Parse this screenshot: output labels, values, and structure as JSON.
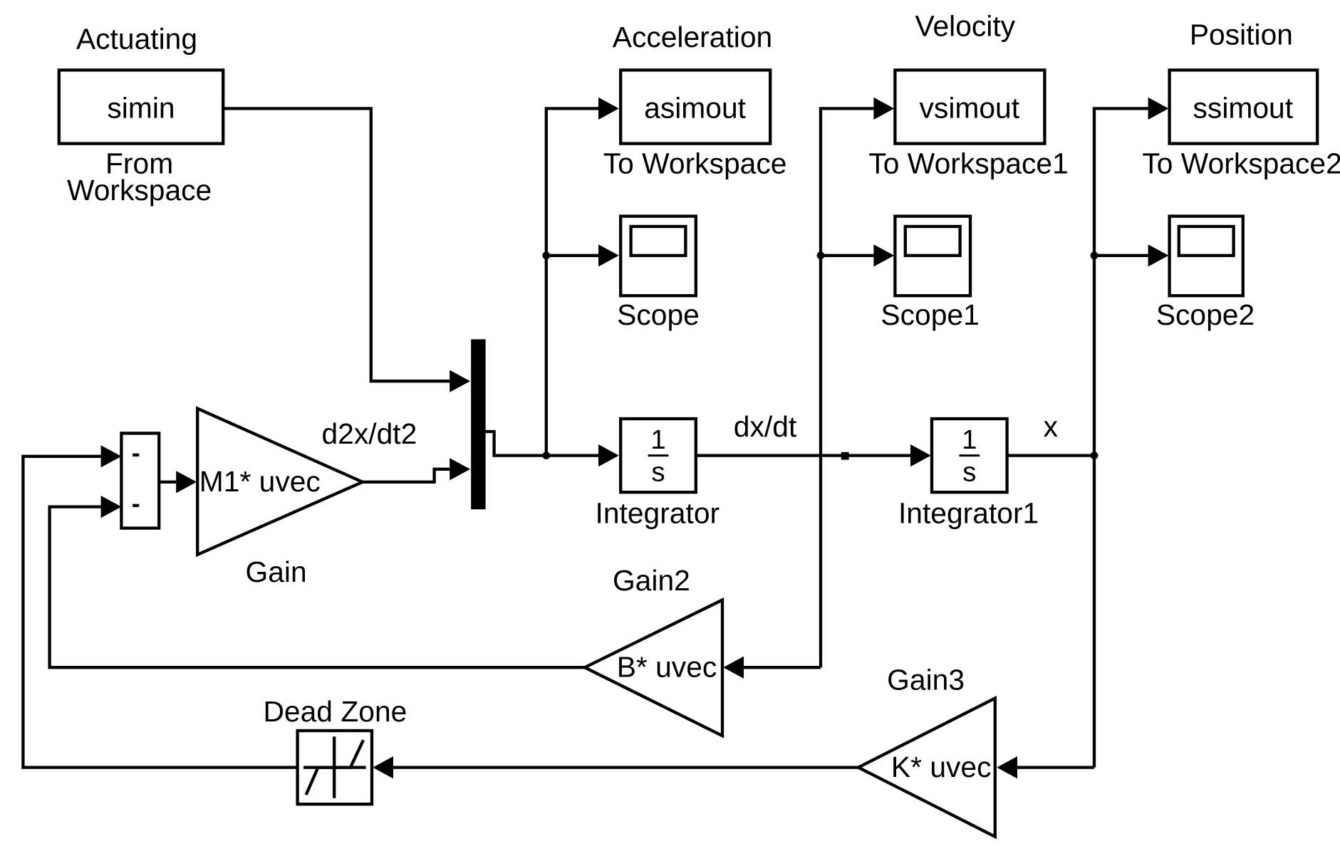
{
  "headers": {
    "actuating": "Actuating",
    "acceleration": "Acceleration",
    "velocity": "Velocity",
    "position": "Position"
  },
  "blocks": {
    "from_workspace": {
      "param": "simin",
      "name_line1": "From",
      "name_line2": "Workspace"
    },
    "to_workspace": {
      "param": "asimout",
      "name": "To Workspace"
    },
    "to_workspace1": {
      "param": "vsimout",
      "name": "To Workspace1"
    },
    "to_workspace2": {
      "param": "ssimout",
      "name": "To Workspace2"
    },
    "scope": {
      "name": "Scope"
    },
    "scope1": {
      "name": "Scope1"
    },
    "scope2": {
      "name": "Scope2"
    },
    "integrator": {
      "num": "1",
      "den": "s",
      "name": "Integrator"
    },
    "integrator1": {
      "num": "1",
      "den": "s",
      "name": "Integrator1"
    },
    "gain": {
      "expr": "M1* uvec",
      "name": "Gain"
    },
    "gain2": {
      "expr": "B* uvec",
      "name": "Gain2"
    },
    "gain3": {
      "expr": "K* uvec",
      "name": "Gain3"
    },
    "dead_zone": {
      "name": "Dead Zone"
    },
    "sum": {
      "sign1": "-",
      "sign2": "-"
    }
  },
  "signals": {
    "accel": "d2x/dt2",
    "vel": "dx/dt",
    "pos": "x"
  },
  "colors": {
    "line": "#000000",
    "background": "#ffffff"
  }
}
